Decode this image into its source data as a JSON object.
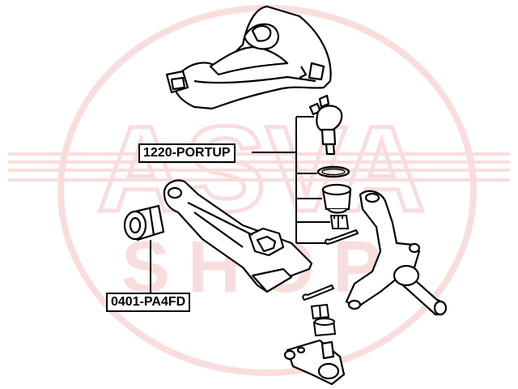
{
  "diagram": {
    "watermark_text": "ASVA",
    "watermark_subtext": "SHOP",
    "watermark_color": "#e46a6a",
    "line_color": "#000000",
    "parts": [
      {
        "id": "upper",
        "part_number": "1220-PORTUP",
        "icon": "ball-joint-kit-icon"
      },
      {
        "id": "lower",
        "part_number": "0401-PA4FD",
        "icon": "bushing-icon"
      }
    ]
  }
}
